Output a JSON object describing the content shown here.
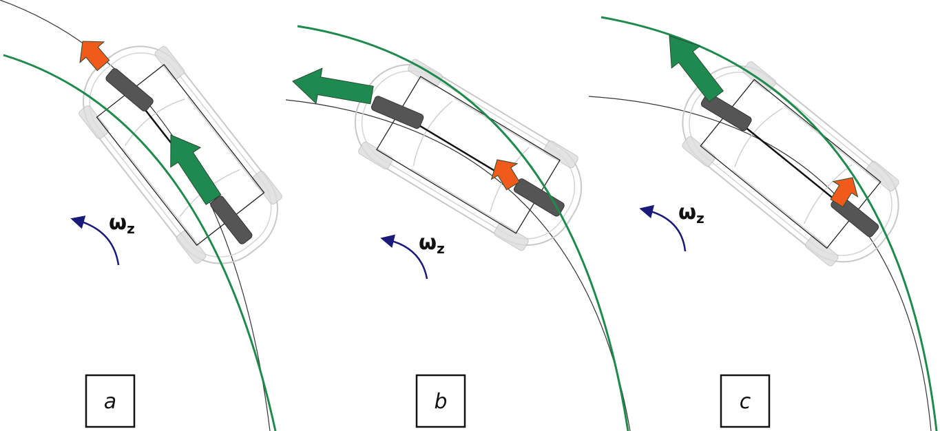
{
  "panels": [
    {
      "id": "a",
      "label": "a",
      "omega": "ω",
      "omega_sub": "z",
      "front_force": "orange",
      "rear_force": "green"
    },
    {
      "id": "b",
      "label": "b",
      "omega": "ω",
      "omega_sub": "z",
      "front_force": "green",
      "rear_force": "orange"
    },
    {
      "id": "c",
      "label": "c",
      "omega": "ω",
      "omega_sub": "z",
      "front_force": "green",
      "rear_force": "orange"
    }
  ],
  "colors": {
    "path_green": "#1e8a4c",
    "arrow_green": "#1f8a50",
    "arrow_orange": "#f05a1a",
    "tire_dark": "#555555",
    "rotation_blue": "#1a1a7a"
  }
}
